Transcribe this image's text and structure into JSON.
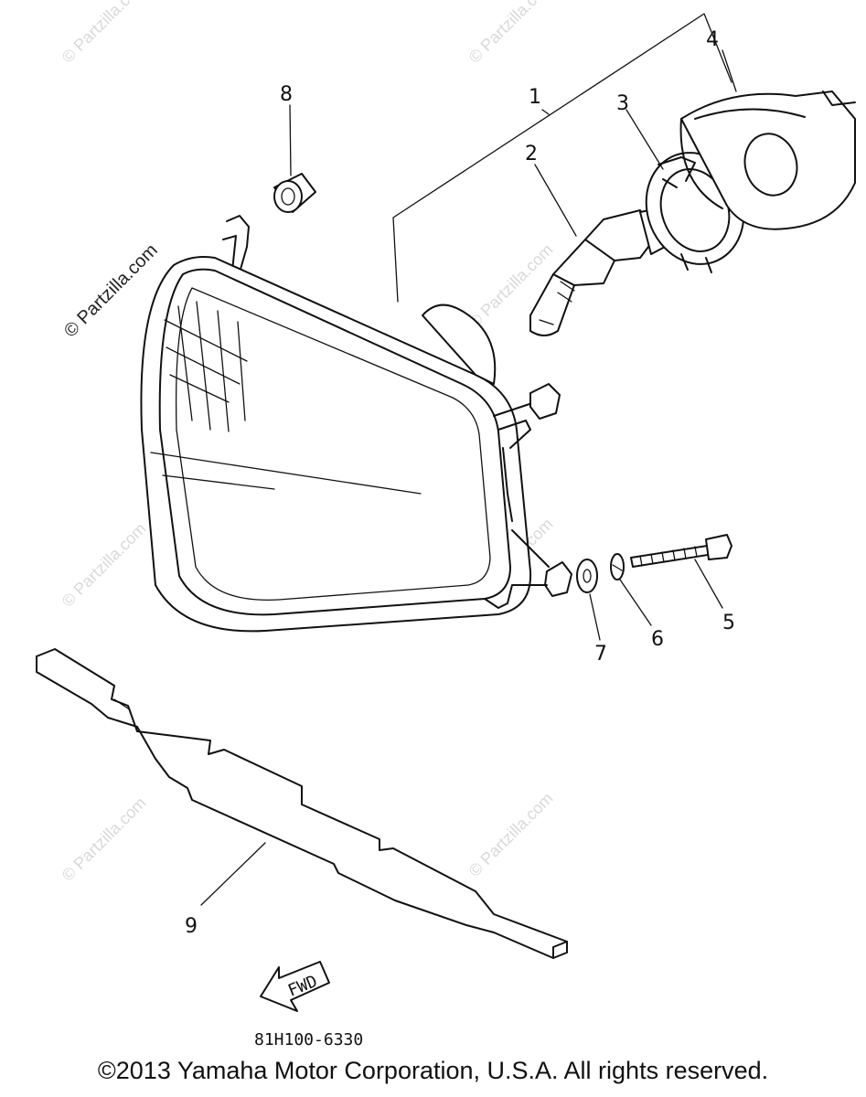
{
  "watermark": {
    "brand_main": "© Partzilla.com",
    "brand_faint": "© Partzilla.com"
  },
  "callouts": {
    "c1": "1",
    "c2": "2",
    "c3": "3",
    "c4": "4",
    "c5": "5",
    "c6": "6",
    "c7": "7",
    "c8": "8",
    "c9": "9"
  },
  "fwd_label": "FWD",
  "diagram_code": "81H100-6330",
  "copyright": "©2013 Yamaha Motor Corporation, U.S.A. All rights reserved."
}
